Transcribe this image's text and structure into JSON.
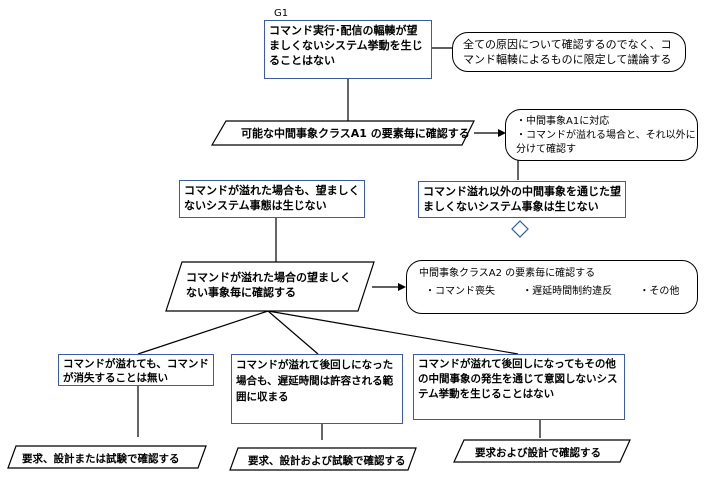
{
  "diagram": {
    "g1_label": "G1",
    "goal_top": "コマンド実行･配信の輻輳が望ましくないシステム挙動を生じることはない",
    "context_top": "全ての原因について確認するのでなく、コマンド輻輳によるものに限定して議論する",
    "strategy_a1": "可能な中間事象クラスA1 の要素毎に確認する",
    "context_a1": {
      "line1": "・中間事象A1に対応",
      "line2": "・コマンドが溢れる場合と、それ以外に",
      "line3": "  分けて確認す"
    },
    "goal_left": "コマンドが溢れた場合も、望ましくないシステム事態は生じない",
    "goal_right": "コマンド溢れ以外の中間事象を通じた望ましくないシステム事象は生じない",
    "strategy_mid": "コマンドが溢れた場合の望ましくない事象毎に確認する",
    "context_a2": {
      "title": "中間事象クラスA2 の要素毎に確認する",
      "items": [
        "・コマンド喪失",
        "・遅延時間制約違反",
        "・その他"
      ]
    },
    "goal_b1": "コマンドが溢れても、コマンドが消失することは無い",
    "goal_b2": "コマンドが溢れて後回しになった場合も、遅延時間は許容される範囲に収まる",
    "goal_b3": "コマンドが溢れて後回しになってもその他の中間事象の発生を通じて意図しないシステム挙動を生じることはない",
    "solution_1": "要求、設計または試験で確認する",
    "solution_2": "要求、設計および試験で確認する",
    "solution_3": "要求および設計で確認する"
  }
}
